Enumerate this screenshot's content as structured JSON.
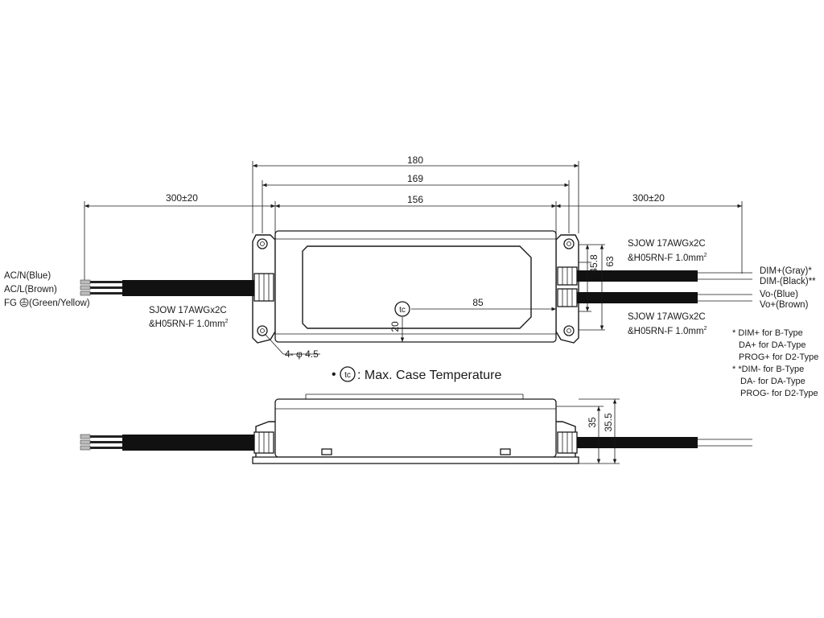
{
  "dimensions": {
    "overall_length": "180",
    "mount_pitch": "169",
    "case_length": "156",
    "cable_left": "300±20",
    "cable_right": "300±20",
    "tc_x": "85",
    "tc_y": "20",
    "height_inner": "45.8",
    "height_total": "63",
    "holes": "4- φ 4.5",
    "side_h1": "35",
    "side_h2": "35.5"
  },
  "left_wires": {
    "acn": "AC/N(Blue)",
    "acl": "AC/L(Brown)",
    "fg_prefix": "FG",
    "fg_suffix": "(Green/Yellow)"
  },
  "cable_labels": {
    "left_line1": "SJOW 17AWGx2C",
    "left_line2": "&H05RN-F 1.0mm",
    "right_top_line1": "SJOW 17AWGx2C",
    "right_top_line2": "&H05RN-F 1.0mm",
    "right_bot_line1": "SJOW 17AWGx2C",
    "right_bot_line2": "&H05RN-F 1.0mm",
    "sup": "2"
  },
  "right_wires": {
    "dim_plus": "DIM+(Gray)*",
    "dim_minus": "DIM-(Black)**",
    "vo_minus": "Vo-(Blue)",
    "vo_plus": "Vo+(Brown)"
  },
  "notes": {
    "n1": "* DIM+ for B-Type",
    "n2": "DA+ for DA-Type",
    "n3": "PROG+ for D2-Type",
    "n4": "* *DIM- for B-Type",
    "n5": "DA- for DA-Type",
    "n6": "PROG- for D2-Type"
  },
  "tc_legend": {
    "bullet": "•",
    "symbol": "tc",
    "text": ": Max. Case Temperature"
  }
}
